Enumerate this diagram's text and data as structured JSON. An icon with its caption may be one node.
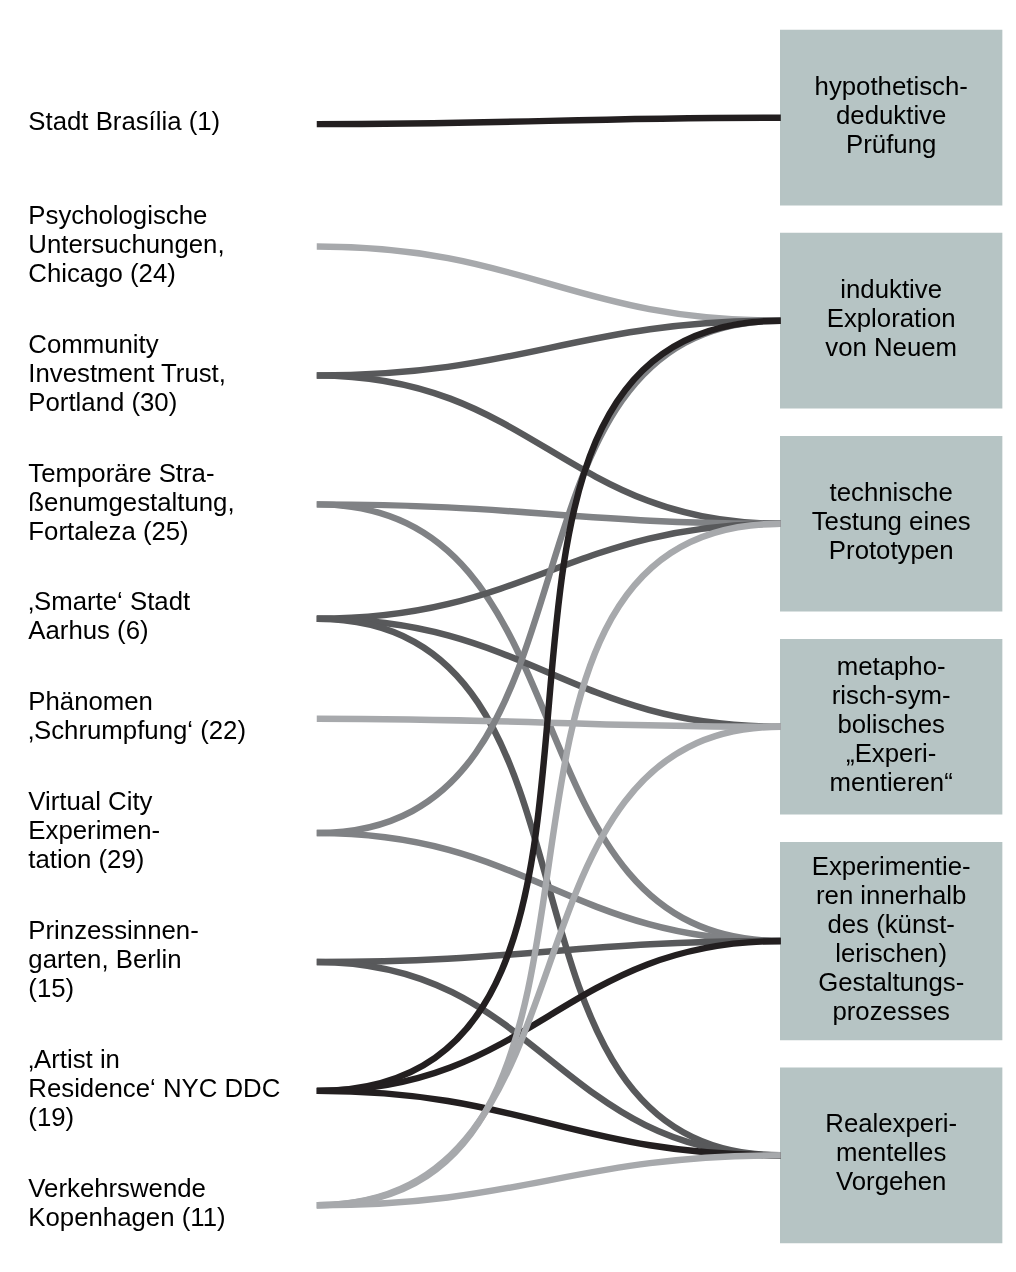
{
  "diagram": {
    "nodes": [
      {
        "text": [
          "Stadt Brasília (1)"
        ]
      },
      {
        "text": [
          "Psychologische Untersuchungen, Chicago (24)"
        ]
      },
      {
        "text": [
          "Community Investment Trust, Portland (30)"
        ]
      },
      {
        "text": [
          "Temporäre Stra- ßenumgestaltung, Fortaleza (25)"
        ]
      },
      {
        "text": [
          "‚Smarte‘ Stadt Aarhus (6)"
        ]
      },
      {
        "text": [
          "Phänomen ‚Schrumpfung‘ (22)"
        ]
      },
      {
        "text": [
          "Virtual City Experimen- tation (29)"
        ]
      },
      {
        "text": [
          "Prinzessinnen- garten, Berlin (15)"
        ]
      },
      {
        "text": [
          "‚Artist in Residence‘ NYC DDC (19)"
        ]
      },
      {
        "text": [
          "Verkehrswende Kopenhagen (11)"
        ]
      },
      {
        "text": [
          "hypothetisch- deduktive Prüfung"
        ]
      },
      {
        "text": [
          "induktive Exploration von Neuem"
        ]
      },
      {
        "text": [
          "technische Testung eines Prototypen"
        ]
      },
      {
        "text": [
          "metapho- risch-sym- bolisches „Experi- mentieren“"
        ]
      },
      {
        "text": [
          "Experimentie- ren innerhalb des (künst- lerischen) Gestaltungs- prozesses"
        ]
      },
      {
        "text": [
          "Realexperi- mentelles Vorgehen"
        ]
      }
    ],
    "edges": [
      {
        "from": 0,
        "to": 10,
        "arrow": "none",
        "color": "#231f20"
      },
      {
        "from": 1,
        "to": 11,
        "arrow": "none",
        "color": "#a7a9ac"
      },
      {
        "from": 2,
        "to": 11,
        "arrow": "none",
        "color": "#58595b"
      },
      {
        "from": 2,
        "to": 12,
        "arrow": "none",
        "color": "#58595b"
      },
      {
        "from": 3,
        "to": 12,
        "arrow": "none",
        "color": "#808285"
      },
      {
        "from": 3,
        "to": 14,
        "arrow": "none",
        "color": "#808285"
      },
      {
        "from": 4,
        "to": 12,
        "arrow": "none",
        "color": "#58595b"
      },
      {
        "from": 4,
        "to": 13,
        "arrow": "none",
        "color": "#58595b"
      },
      {
        "from": 4,
        "to": 15,
        "arrow": "none",
        "color": "#58595b"
      },
      {
        "from": 5,
        "to": 13,
        "arrow": "none",
        "color": "#a7a9ac"
      },
      {
        "from": 6,
        "to": 11,
        "arrow": "none",
        "color": "#808285"
      },
      {
        "from": 6,
        "to": 14,
        "arrow": "none",
        "color": "#808285"
      },
      {
        "from": 7,
        "to": 14,
        "arrow": "none",
        "color": "#58595b"
      },
      {
        "from": 7,
        "to": 15,
        "arrow": "none",
        "color": "#58595b"
      },
      {
        "from": 8,
        "to": 11,
        "arrow": "none",
        "color": "#231f20"
      },
      {
        "from": 8,
        "to": 14,
        "arrow": "none",
        "color": "#231f20"
      },
      {
        "from": 8,
        "to": 15,
        "arrow": "none",
        "color": "#231f20"
      },
      {
        "from": 9,
        "to": 12,
        "arrow": "none",
        "color": "#a7a9ac"
      },
      {
        "from": 9,
        "to": 13,
        "arrow": "none",
        "color": "#a7a9ac"
      },
      {
        "from": 9,
        "to": 15,
        "arrow": "none",
        "color": "#a7a9ac"
      }
    ]
  }
}
